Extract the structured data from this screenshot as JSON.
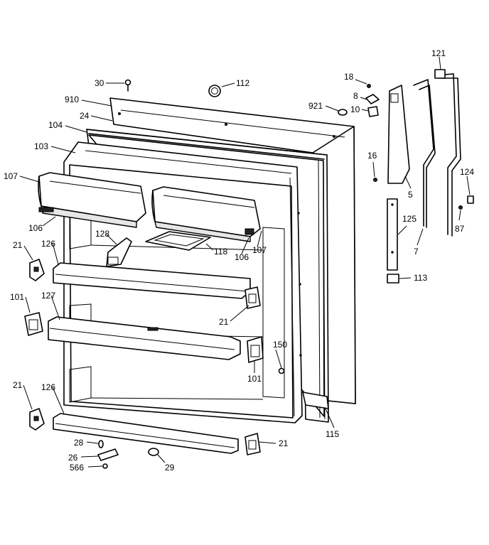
{
  "callouts": {
    "c30": "30",
    "c112": "112",
    "c910": "910",
    "c24": "24",
    "c104": "104",
    "c103": "103",
    "c107a": "107",
    "c106a": "106",
    "c128": "128",
    "c118": "118",
    "c106b": "106",
    "c107b": "107",
    "c21a": "21",
    "c126a": "126",
    "c101a": "101",
    "c127": "127",
    "c21b": "21",
    "c150": "150",
    "c101b": "101",
    "c21c": "21",
    "c126b": "126",
    "c28": "28",
    "c26": "26",
    "c566": "566",
    "c29": "29",
    "c21d": "21",
    "c115": "115",
    "c18": "18",
    "c8": "8",
    "c921": "921",
    "c10": "10",
    "c16": "16",
    "c5": "5",
    "c125": "125",
    "c113": "113",
    "c121": "121",
    "c124": "124",
    "c87": "87",
    "c7": "7"
  }
}
